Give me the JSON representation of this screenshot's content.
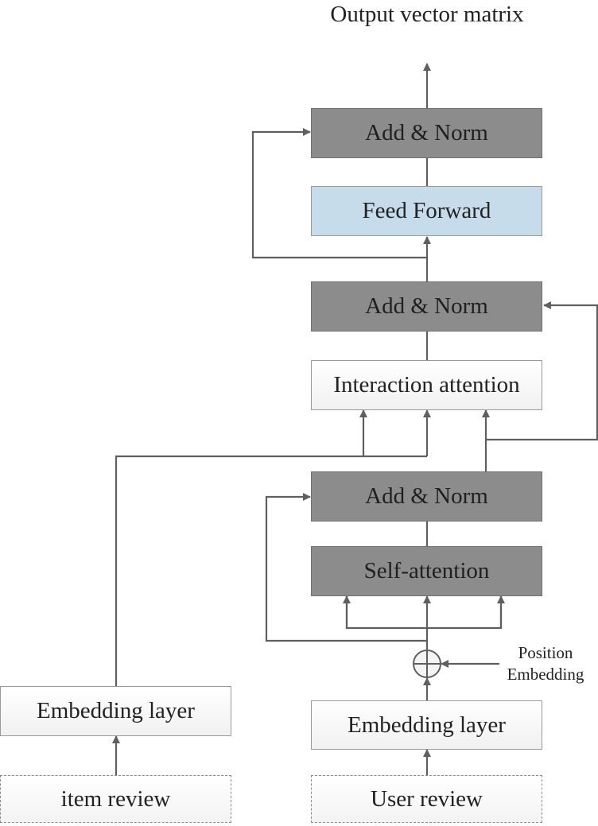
{
  "output_label": "Output vector matrix",
  "position_embedding": "Position Embedding",
  "blocks": {
    "add_norm_top": "Add & Norm",
    "feed_forward": "Feed Forward",
    "add_norm_mid": "Add & Norm",
    "interaction_attention": "Interaction attention",
    "add_norm_bottom": "Add & Norm",
    "self_attention": "Self-attention",
    "embedding_user": "Embedding layer",
    "embedding_item": "Embedding layer",
    "user_review": "User review",
    "item_review": "item review"
  },
  "colors": {
    "line": "#5f5f5f",
    "dark_block": "#8c8c8c",
    "feed_forward_block": "#c6dcea"
  }
}
